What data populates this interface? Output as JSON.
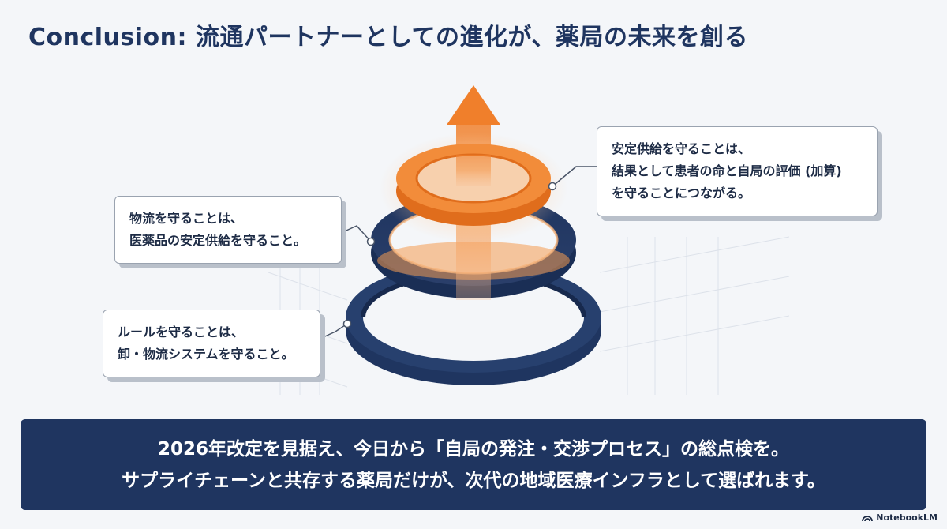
{
  "slide": {
    "title": "Conclusion: 流通パートナーとしての進化が、薬局の未来を創る"
  },
  "callouts": {
    "top": {
      "lines": [
        "安定供給を守ることは、",
        "結果として患者の命と自局の評価 (加算)",
        "を守ることにつながる。"
      ]
    },
    "middle": {
      "lines": [
        "物流を守ることは、",
        "医薬品の安定供給を守ること。"
      ]
    },
    "bottom": {
      "lines": [
        "ルールを守ることは、",
        "卸・物流システムを守ること。"
      ]
    }
  },
  "banner": {
    "lines": [
      "2026年改定を見据え、今日から「自局の発注・交渉プロセス」の総点検を。",
      "サプライチェーンと共存する薬局だけが、次代の地域医療インフラとして選ばれます。"
    ]
  },
  "footer": {
    "logo_text": "NotebookLM",
    "logo_icon": "notebooklm-logo-icon"
  },
  "colors": {
    "navy": "#1f3560",
    "orange": "#f28c3a",
    "background": "#f4f6f9"
  }
}
